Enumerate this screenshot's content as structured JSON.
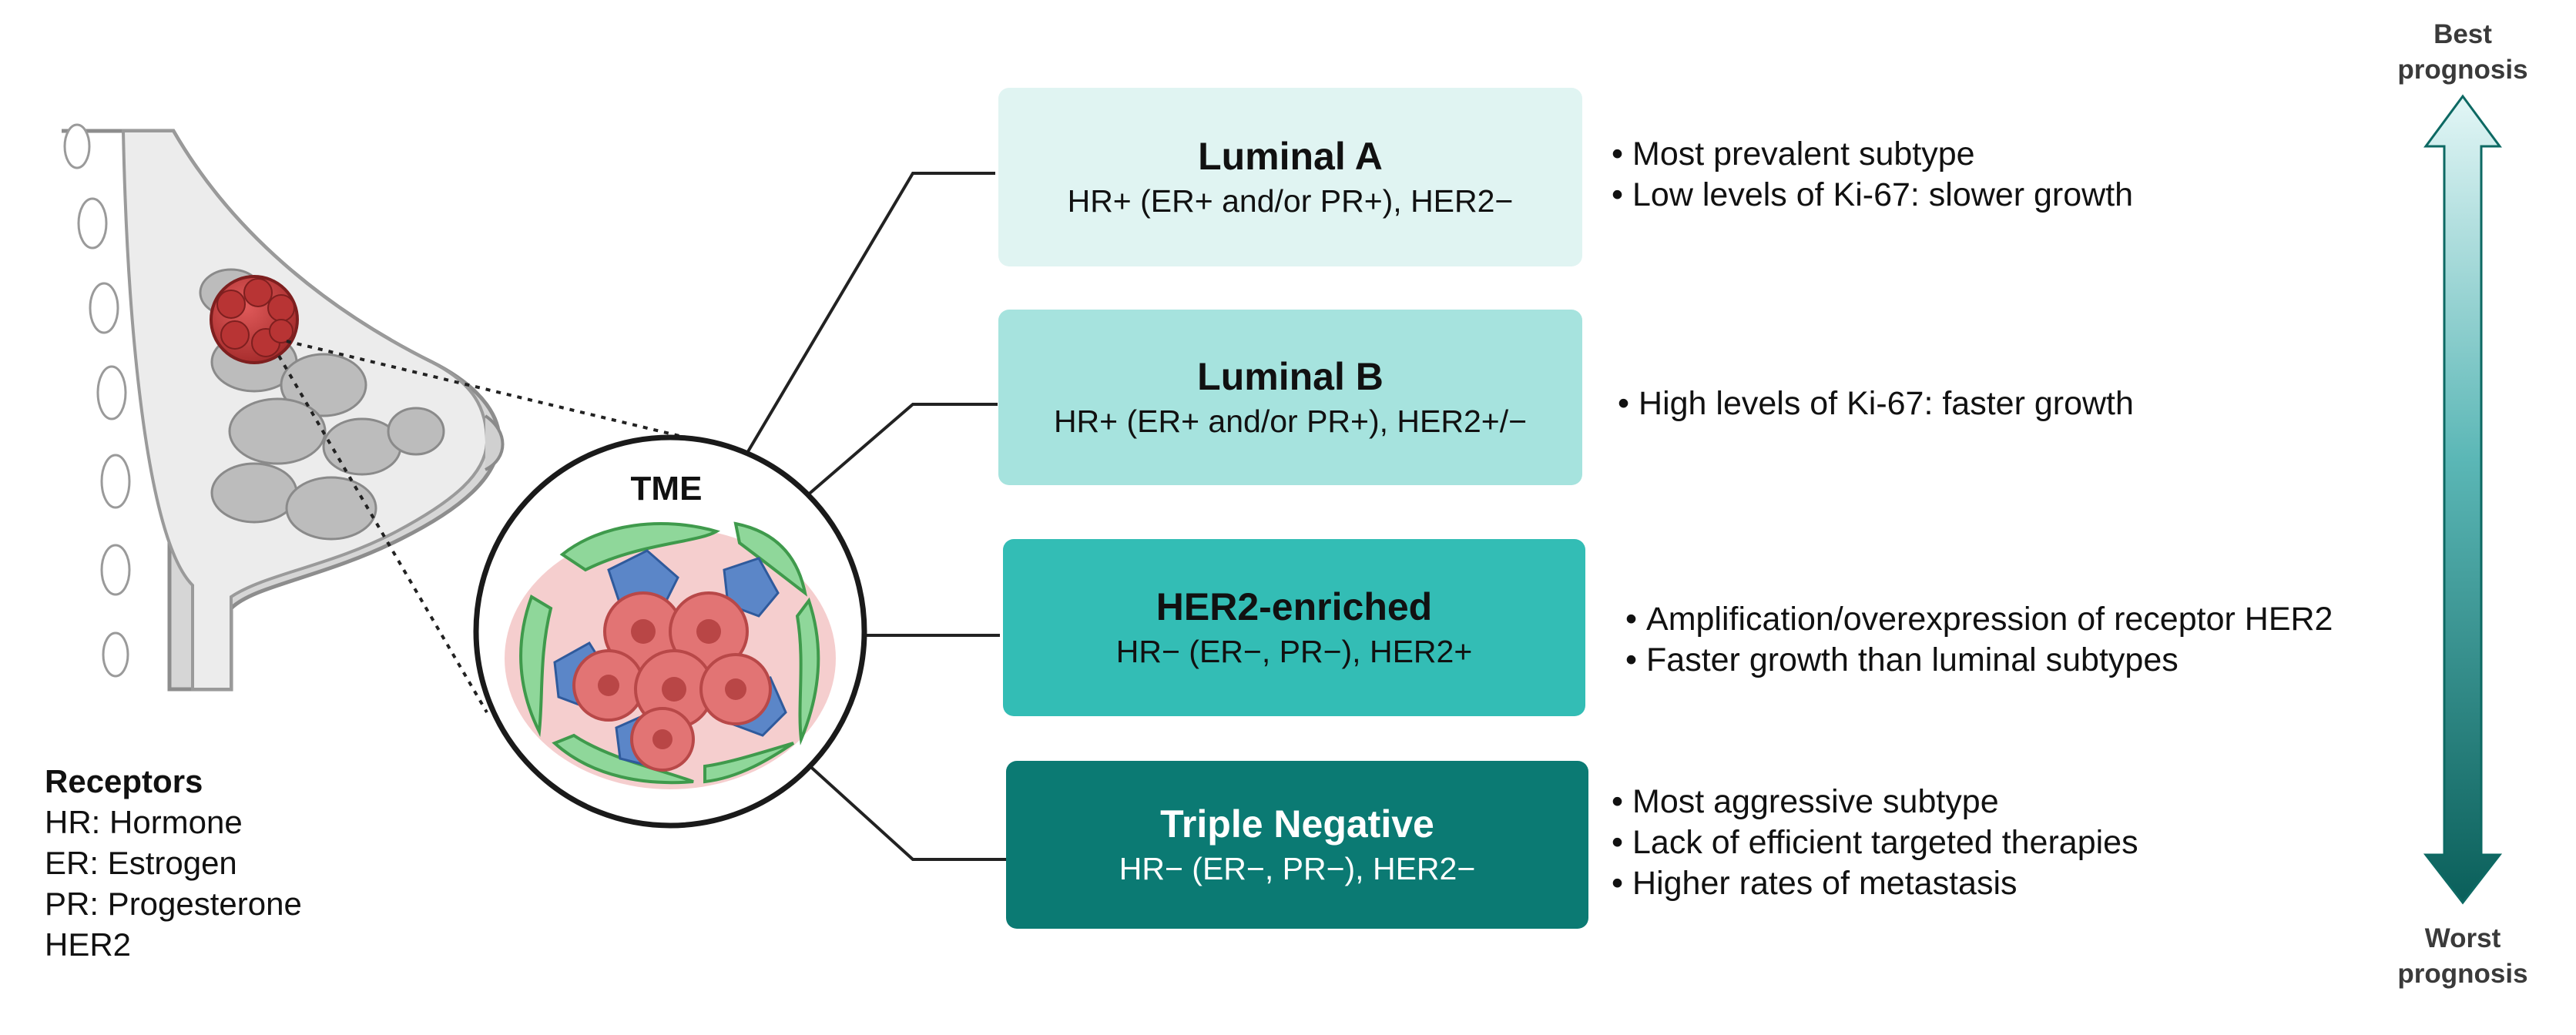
{
  "subtypes": [
    {
      "title": "Luminal A",
      "receptors": "HR+ (ER+ and/or PR+), HER2−",
      "color": "#e0f4f2",
      "text_color": "#111111",
      "notes": [
        "Most prevalent subtype",
        "Low levels of Ki-67: slower growth"
      ]
    },
    {
      "title": "Luminal B",
      "receptors": "HR+ (ER+ and/or PR+), HER2+/−",
      "color": "#a6e3de",
      "text_color": "#111111",
      "notes": [
        "High levels of Ki-67: faster growth"
      ]
    },
    {
      "title": "HER2-enriched",
      "receptors": "HR− (ER−, PR−), HER2+",
      "color": "#33bdb5",
      "text_color": "#111111",
      "notes": [
        "Amplification/overexpression of receptor HER2",
        "Faster growth than luminal subtypes"
      ]
    },
    {
      "title": "Triple Negative",
      "receptors": "HR− (ER−, PR−), HER2−",
      "color": "#0b7a73",
      "text_color": "#ffffff",
      "notes": [
        "Most aggressive subtype",
        "Lack of efficient targeted therapies",
        "Higher rates of metastasis"
      ]
    }
  ],
  "tme_label": "TME",
  "receptors_legend": {
    "heading": "Receptors",
    "items": [
      "HR: Hormone",
      "ER: Estrogen",
      "PR: Progesterone",
      "HER2"
    ]
  },
  "prognosis": {
    "top": [
      "Best",
      "prognosis"
    ],
    "bottom": [
      "Worst",
      "prognosis"
    ]
  },
  "colors": {
    "arrow_top": "#e3f6f6",
    "arrow_bottom": "#0a5f5a",
    "tumor": "#c23b3b",
    "fibroblast": "#8fd79a",
    "immune_cell": "#5b86c8"
  }
}
